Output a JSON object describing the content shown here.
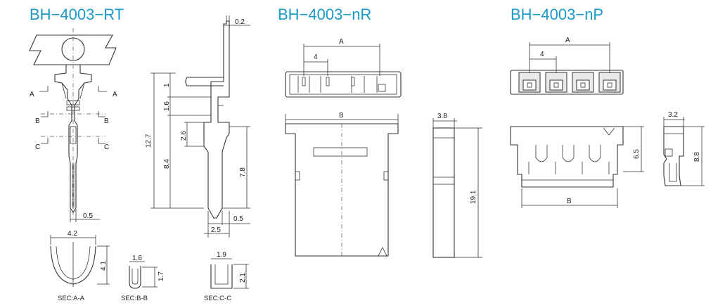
{
  "titles": {
    "rt": "BH−4003−RT",
    "nr": "BH−4003−nR",
    "np": "BH−4003−nP"
  },
  "rt_terminal": {
    "section_marks": {
      "a": "A",
      "b": "B",
      "c": "C"
    },
    "tip_width": "0.5",
    "side_view": {
      "thickness": "0.2",
      "d1": "1",
      "d2": "1.6",
      "d3": "2.6",
      "d4": "12.7",
      "d5": "8.4",
      "d6": "7.8",
      "d7": "0.5",
      "d8": "2.5"
    },
    "sections": {
      "aa": {
        "width": "4.2",
        "height": "4.1",
        "label": "SEC:A-A"
      },
      "bb": {
        "width": "1.6",
        "height": "1.7",
        "label": "SEC:B-B"
      },
      "cc": {
        "width": "1.9",
        "height": "2.1",
        "label": "SEC:C-C"
      }
    }
  },
  "nr_housing": {
    "dim_a": "A",
    "pitch": "4",
    "dim_b": "B",
    "depth": "3.8",
    "height": "19.1"
  },
  "np_header": {
    "dim_a": "A",
    "pitch": "4",
    "dim_b": "B",
    "height_body": "6.5",
    "depth": "3.2",
    "height_total": "8.8"
  },
  "colors": {
    "title": "#1b9ac9",
    "line": "#333333"
  }
}
